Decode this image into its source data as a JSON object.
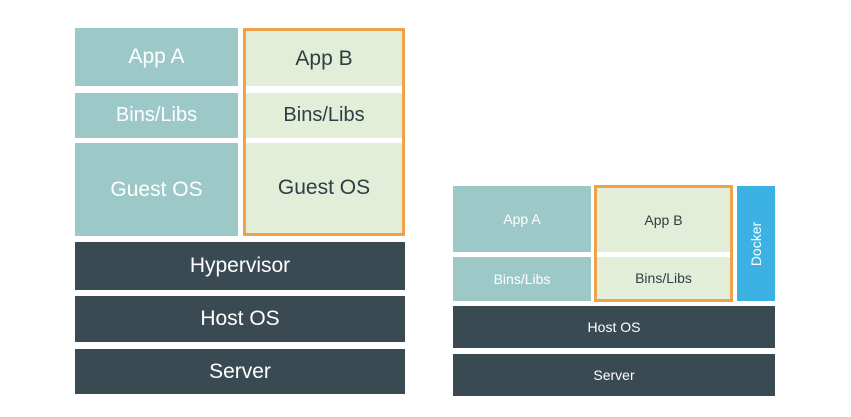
{
  "vm_stack": {
    "app_a": "App A",
    "app_b": "App B",
    "bins_libs_a": "Bins/Libs",
    "bins_libs_b": "Bins/Libs",
    "guest_os_a": "Guest OS",
    "guest_os_b": "Guest OS",
    "hypervisor": "Hypervisor",
    "host_os": "Host OS",
    "server": "Server"
  },
  "container_stack": {
    "app_a": "App A",
    "app_b": "App B",
    "bins_libs_a": "Bins/Libs",
    "bins_libs_b": "Bins/Libs",
    "docker": "Docker",
    "host_os": "Host OS",
    "server": "Server"
  },
  "colors": {
    "teal": "#9dc8c8",
    "light_green": "#e2eed8",
    "dark_slate": "#3a4a53",
    "docker_blue": "#3cb1e3",
    "highlight_orange": "#f0a24b"
  }
}
